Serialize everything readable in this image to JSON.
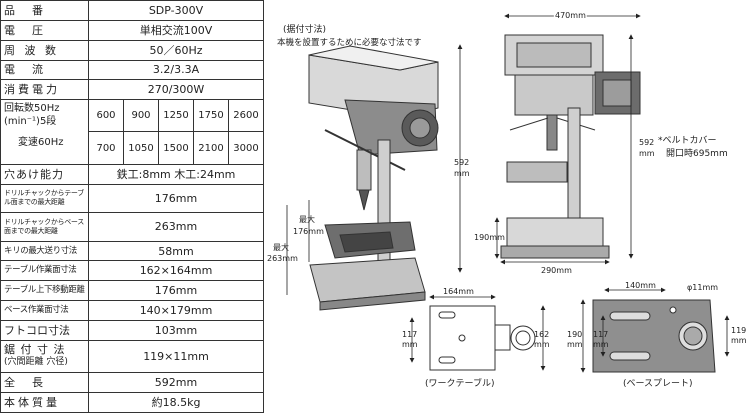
{
  "specs": {
    "model_label": "品　番",
    "model": "SDP-300V",
    "voltage_label": "電　圧",
    "voltage": "単相交流100V",
    "freq_label": "周 波 数",
    "freq": "50／60Hz",
    "current_label": "電　流",
    "current": "3.2/3.3A",
    "power_label": "消費電力",
    "power": "270/300W",
    "speed_label_1": "回転数50Hz",
    "speed_label_2": "(min⁻¹)5段",
    "speed_label_3": "変速60Hz",
    "speed_50": [
      "600",
      "900",
      "1250",
      "1750",
      "2600"
    ],
    "speed_60": [
      "700",
      "1050",
      "1500",
      "2100",
      "3000"
    ],
    "drill_label": "穴あけ能力",
    "drill": "鉄工:8mm  木工:24mm",
    "chuck_table_label": "ドリルチャックからテーブル面までの最大距離",
    "chuck_table": "176mm",
    "chuck_base_label": "ドリルチャックからベース面までの最大距離",
    "chuck_base": "263mm",
    "feed_label": "キリの最大送り寸法",
    "feed": "58mm",
    "table_size_label": "テーブル作業面寸法",
    "table_size": "162×164mm",
    "table_move_label": "テーブル上下移動距離",
    "table_move": "176mm",
    "base_size_label": "ベース作業面寸法",
    "base_size": "140×179mm",
    "throat_label": "フトコロ寸法",
    "throat": "103mm",
    "slot_label_1": "鋸 付 寸 法",
    "slot_label_2": "(穴間距離 穴径)",
    "slot": "119×11mm",
    "length_label": "全　長",
    "length": "592mm",
    "weight_label": "本体質量",
    "weight": "約18.5kg"
  },
  "diagram": {
    "note_title": "(据付寸法)",
    "note_text": "本機を設置するために必要な寸法です",
    "dim_470": "470mm",
    "dim_592": "592",
    "dim_592_unit": "mm",
    "dim_592b": "592",
    "dim_592b_unit": "mm",
    "belt_note_1": "*ベルトカバー",
    "belt_note_2": "開口時695mm",
    "max_label": "最大",
    "max_176": "176mm",
    "max_263": "263mm",
    "dim_190": "190mm",
    "dim_290": "290mm",
    "dim_164": "164mm",
    "dim_117": "117",
    "dim_162": "162",
    "mm": "mm",
    "work_table": "(ワークテーブル)",
    "dim_140": "140mm",
    "dim_11": "φ11mm",
    "dim_190b": "190",
    "dim_117b": "117",
    "dim_119": "119",
    "base_plate": "(ベースプレート)"
  }
}
